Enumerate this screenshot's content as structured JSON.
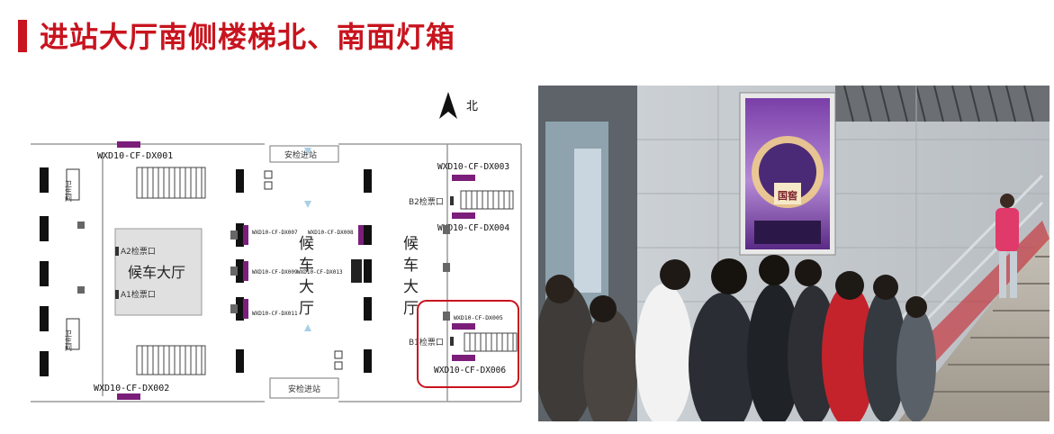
{
  "page": {
    "title": "进站大厅南侧楼梯北、南面灯箱",
    "accent_color": "#c8141e",
    "highlight_color": "#7b1e7a"
  },
  "plan": {
    "north_label": "北",
    "security_top": "安检进站",
    "security_bottom": "安检进站",
    "toilet_top": "卫生间",
    "toilet_bottom": "卫生间",
    "waiting_hall_left": "候车大厅",
    "waiting_center": [
      "候",
      "车",
      "大",
      "厅"
    ],
    "waiting_right": [
      "候",
      "车",
      "大",
      "厅"
    ],
    "gates": {
      "a2": "A2检票口",
      "a1": "A1检票口",
      "b2": "B2检票口",
      "b1": "B1检票口"
    },
    "sign_labels": {
      "dx001": "WXD10-CF-DX001",
      "dx002": "WXD10-CF-DX002",
      "dx003": "WXD10-CF-DX003",
      "dx004": "WXD10-CF-DX004",
      "dx005": "WXD10-CF-DX005",
      "dx006": "WXD10-CF-DX006",
      "dx007": "WXD10-CF-DX007",
      "dx008": "WXD10-CF-DX008",
      "dx009": "WXD10-CF-DX009",
      "dx011": "WXD10-CF-DX011",
      "dx013": "WXD10-CF-DX013"
    }
  },
  "photo": {
    "lightbox_text": "国窖"
  }
}
